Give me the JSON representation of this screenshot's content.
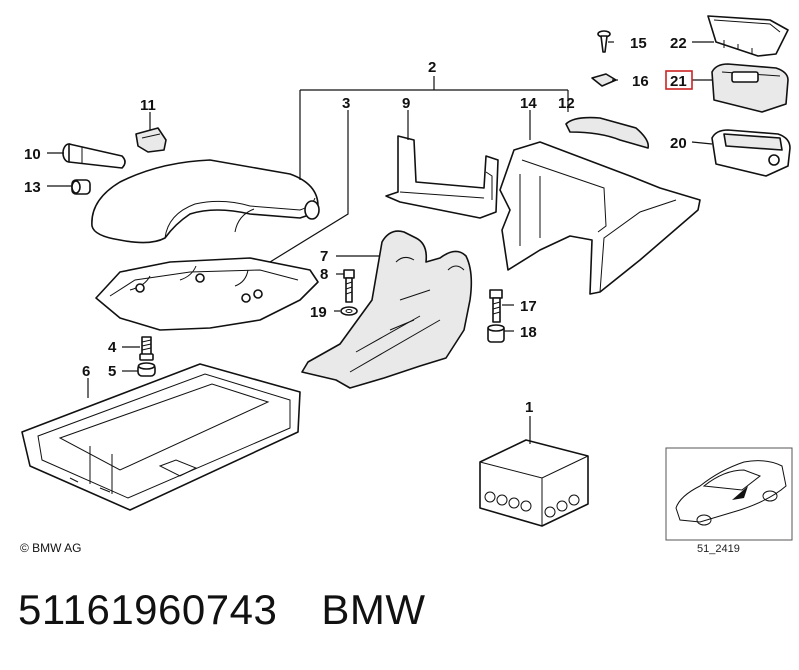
{
  "diagram": {
    "callouts": [
      {
        "id": "1",
        "label": "1"
      },
      {
        "id": "2",
        "label": "2"
      },
      {
        "id": "3",
        "label": "3"
      },
      {
        "id": "4",
        "label": "4"
      },
      {
        "id": "5",
        "label": "5"
      },
      {
        "id": "6",
        "label": "6"
      },
      {
        "id": "7",
        "label": "7"
      },
      {
        "id": "8",
        "label": "8"
      },
      {
        "id": "9",
        "label": "9"
      },
      {
        "id": "10",
        "label": "10"
      },
      {
        "id": "11",
        "label": "11"
      },
      {
        "id": "12",
        "label": "12"
      },
      {
        "id": "13",
        "label": "13"
      },
      {
        "id": "14",
        "label": "14"
      },
      {
        "id": "15",
        "label": "15"
      },
      {
        "id": "16",
        "label": "16"
      },
      {
        "id": "17",
        "label": "17"
      },
      {
        "id": "18",
        "label": "18"
      },
      {
        "id": "19",
        "label": "19"
      },
      {
        "id": "20",
        "label": "20"
      },
      {
        "id": "21",
        "label": "21",
        "highlighted": true
      },
      {
        "id": "22",
        "label": "22"
      }
    ],
    "highlight_color": "#cc2222",
    "copyright": "© BMW AG",
    "reference_code": "51_2419"
  },
  "footer": {
    "part_number": "51161960743",
    "brand": "BMW"
  }
}
